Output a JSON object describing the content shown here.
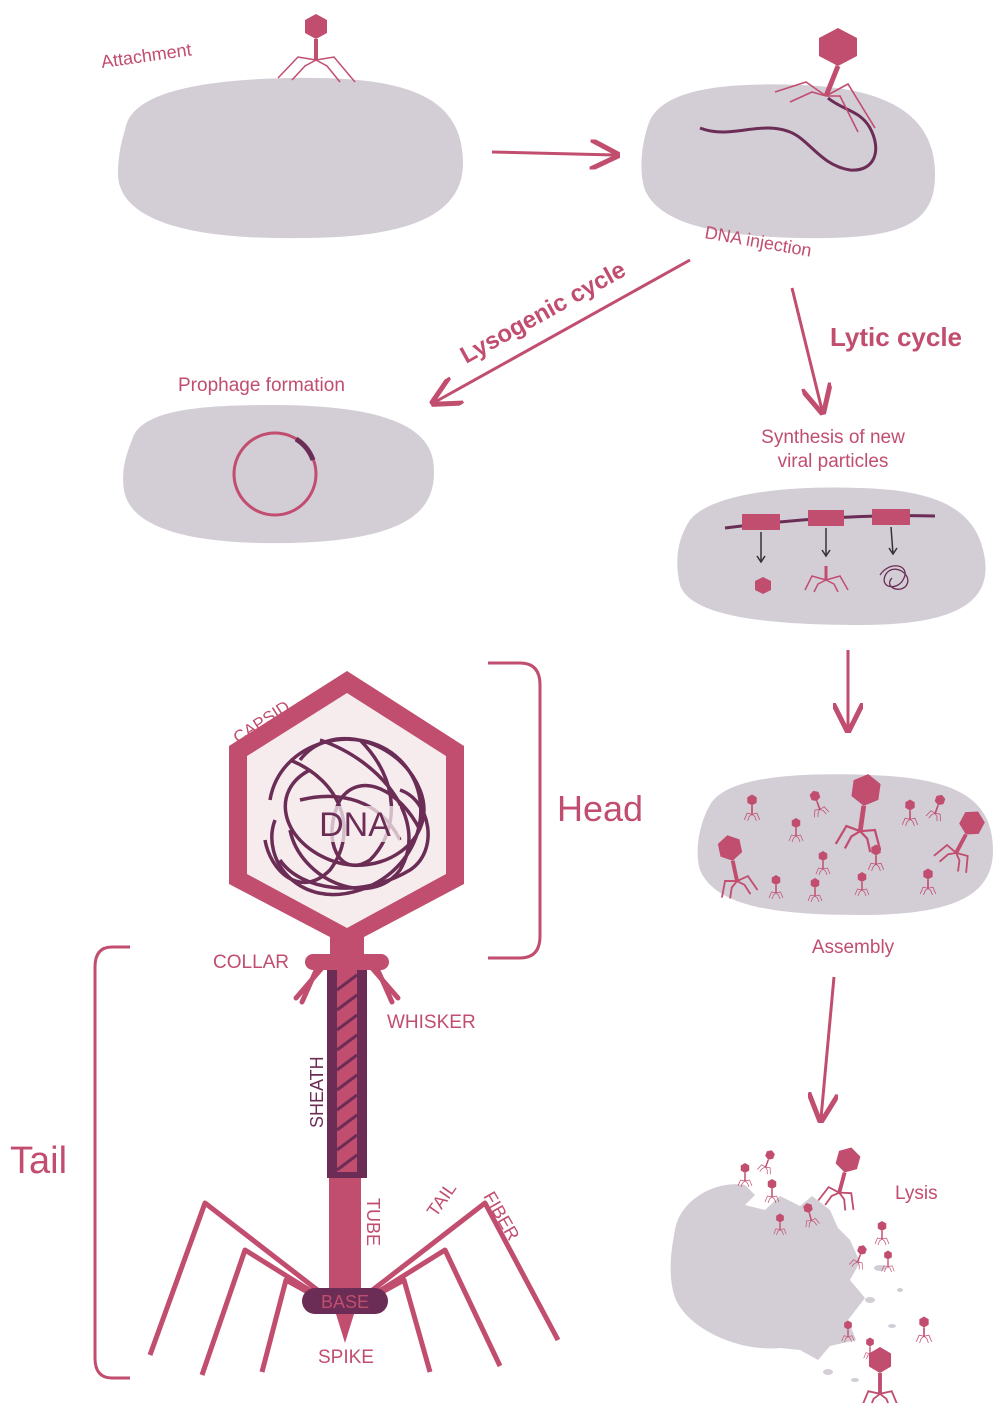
{
  "colors": {
    "accent": "#c14d6f",
    "dark": "#6b2d55",
    "cell": "#d3cdd6",
    "capsid_fill": "#f6ecee"
  },
  "steps": {
    "attachment": "Attachment",
    "dna_injection": "DNA injection",
    "lysogenic_cycle": "Lysogenic cycle",
    "lytic_cycle": "Lytic cycle",
    "prophage_formation": "Prophage formation",
    "synthesis_line1": "Synthesis of new",
    "synthesis_line2": "viral particles",
    "assembly": "Assembly",
    "lysis": "Lysis"
  },
  "anatomy": {
    "capsid": "CAPSID",
    "dna": "DNA",
    "head": "Head",
    "collar": "COLLAR",
    "whisker": "WHISKER",
    "sheath": "SHEATH",
    "tail": "Tail",
    "tube": "TUBE",
    "tail_word": "TAIL",
    "fiber_word": "FIBER",
    "base": "BASE",
    "spike": "SPIKE"
  }
}
